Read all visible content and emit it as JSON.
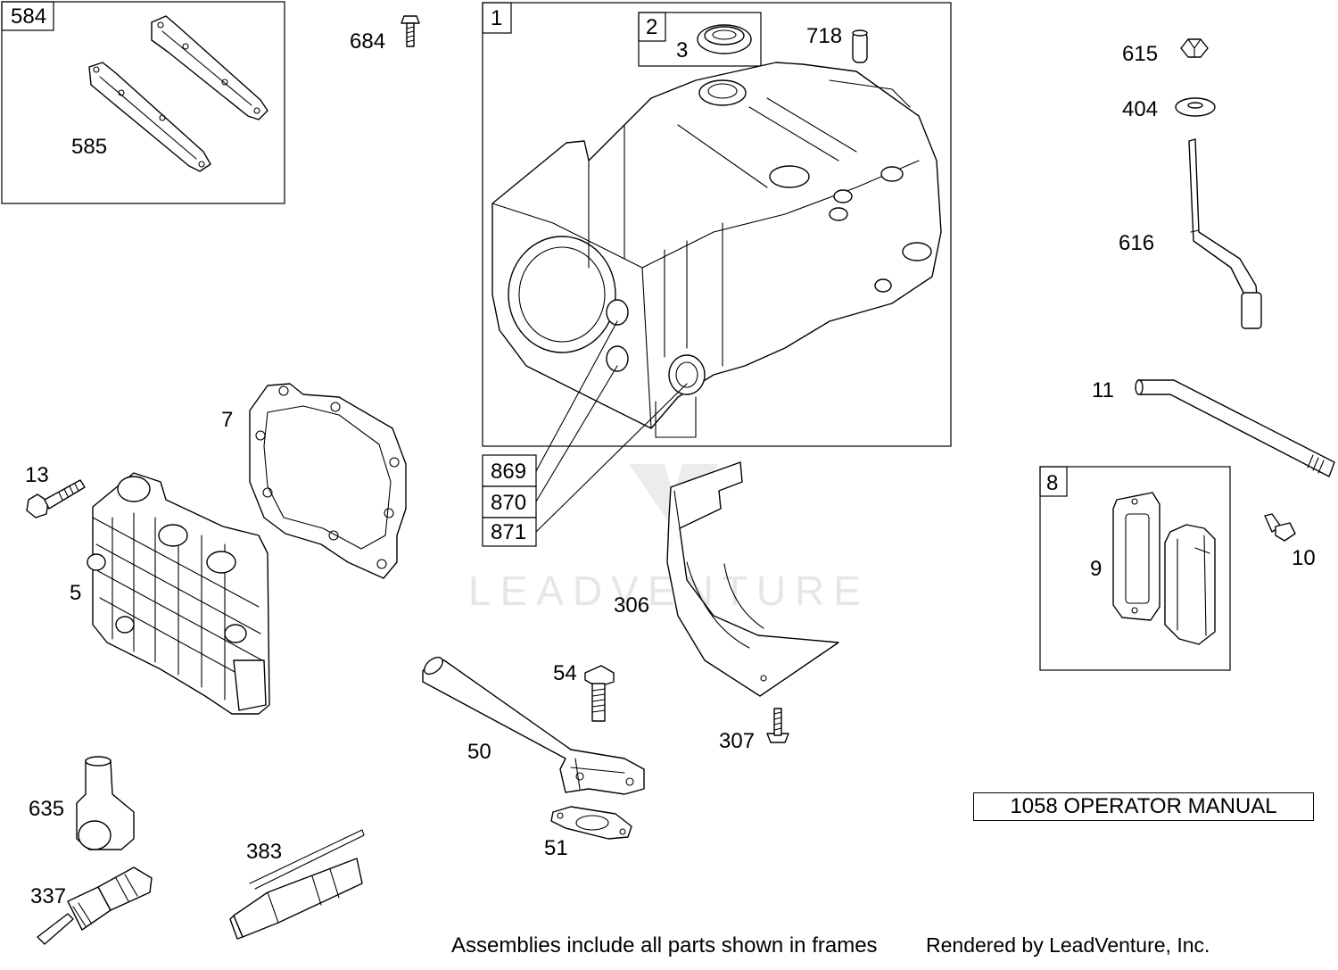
{
  "labels": {
    "p584": "584",
    "p585": "585",
    "p684": "684",
    "p1": "1",
    "p2": "2",
    "p3": "3",
    "p718": "718",
    "p615": "615",
    "p404": "404",
    "p616": "616",
    "p11": "11",
    "p7": "7",
    "p13": "13",
    "p5": "5",
    "p869": "869",
    "p870": "870",
    "p871": "871",
    "p8": "8",
    "p9": "9",
    "p10": "10",
    "p306": "306",
    "p54": "54",
    "p50": "50",
    "p307": "307",
    "p51": "51",
    "p635": "635",
    "p383": "383",
    "p337": "337"
  },
  "watermark": "LEADVENTURE",
  "manual_box": "1058 OPERATOR MANUAL",
  "footer": {
    "assemblies_note": "Assemblies include all parts shown in frames",
    "rendered_by": "Rendered by LeadVenture, Inc."
  }
}
